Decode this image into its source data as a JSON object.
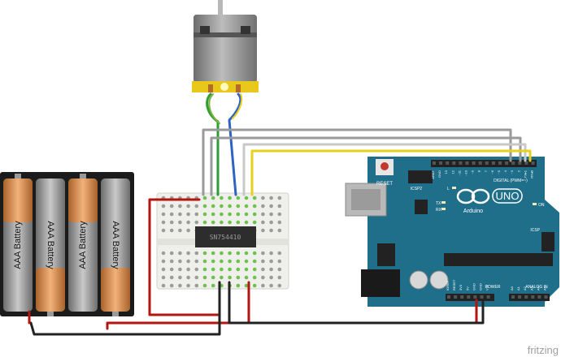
{
  "battery": {
    "cell_label": "AAA Battery",
    "cells": [
      {
        "label": "AAA Battery"
      },
      {
        "label": "AAA Battery"
      },
      {
        "label": "AAA Battery"
      },
      {
        "label": "AAA Battery"
      }
    ]
  },
  "ic": {
    "label": "SN754410"
  },
  "arduino": {
    "reset_label": "RESET",
    "icsp2_label": "ICSP2",
    "icsp_label": "ICSP",
    "logo_text": "UNO",
    "brand": "Arduino",
    "on_label": "ON",
    "tx_label": "TX",
    "rx_label": "RX",
    "l_label": "L",
    "digital_label": "DIGITAL (PWM=~)",
    "power_label": "POWER",
    "analog_label": "ANALOG IN",
    "top_pins": [
      "AREF",
      "GND",
      "13",
      "12",
      "~11",
      "~10",
      "~9",
      "8",
      "7",
      "~6",
      "~5",
      "4",
      "~3",
      "2",
      "TX▸1",
      "RX◂0"
    ],
    "power_pins": [
      "IOREF",
      "RESET",
      "3V3",
      "5V",
      "GND",
      "GND",
      "VIN"
    ],
    "analog_pins": [
      "A0",
      "A1",
      "A2",
      "A3",
      "A4",
      "A5"
    ]
  },
  "footer": {
    "brand": "fritzing"
  },
  "colors": {
    "wire_red": "#b3160f",
    "wire_black": "#222222",
    "wire_green": "#2f9e32",
    "wire_blue": "#2e63c2",
    "wire_yellow": "#e8d11e",
    "wire_gray": "#9a9a9a",
    "board_teal": "#1f6f8b",
    "breadboard": "#efefec"
  }
}
